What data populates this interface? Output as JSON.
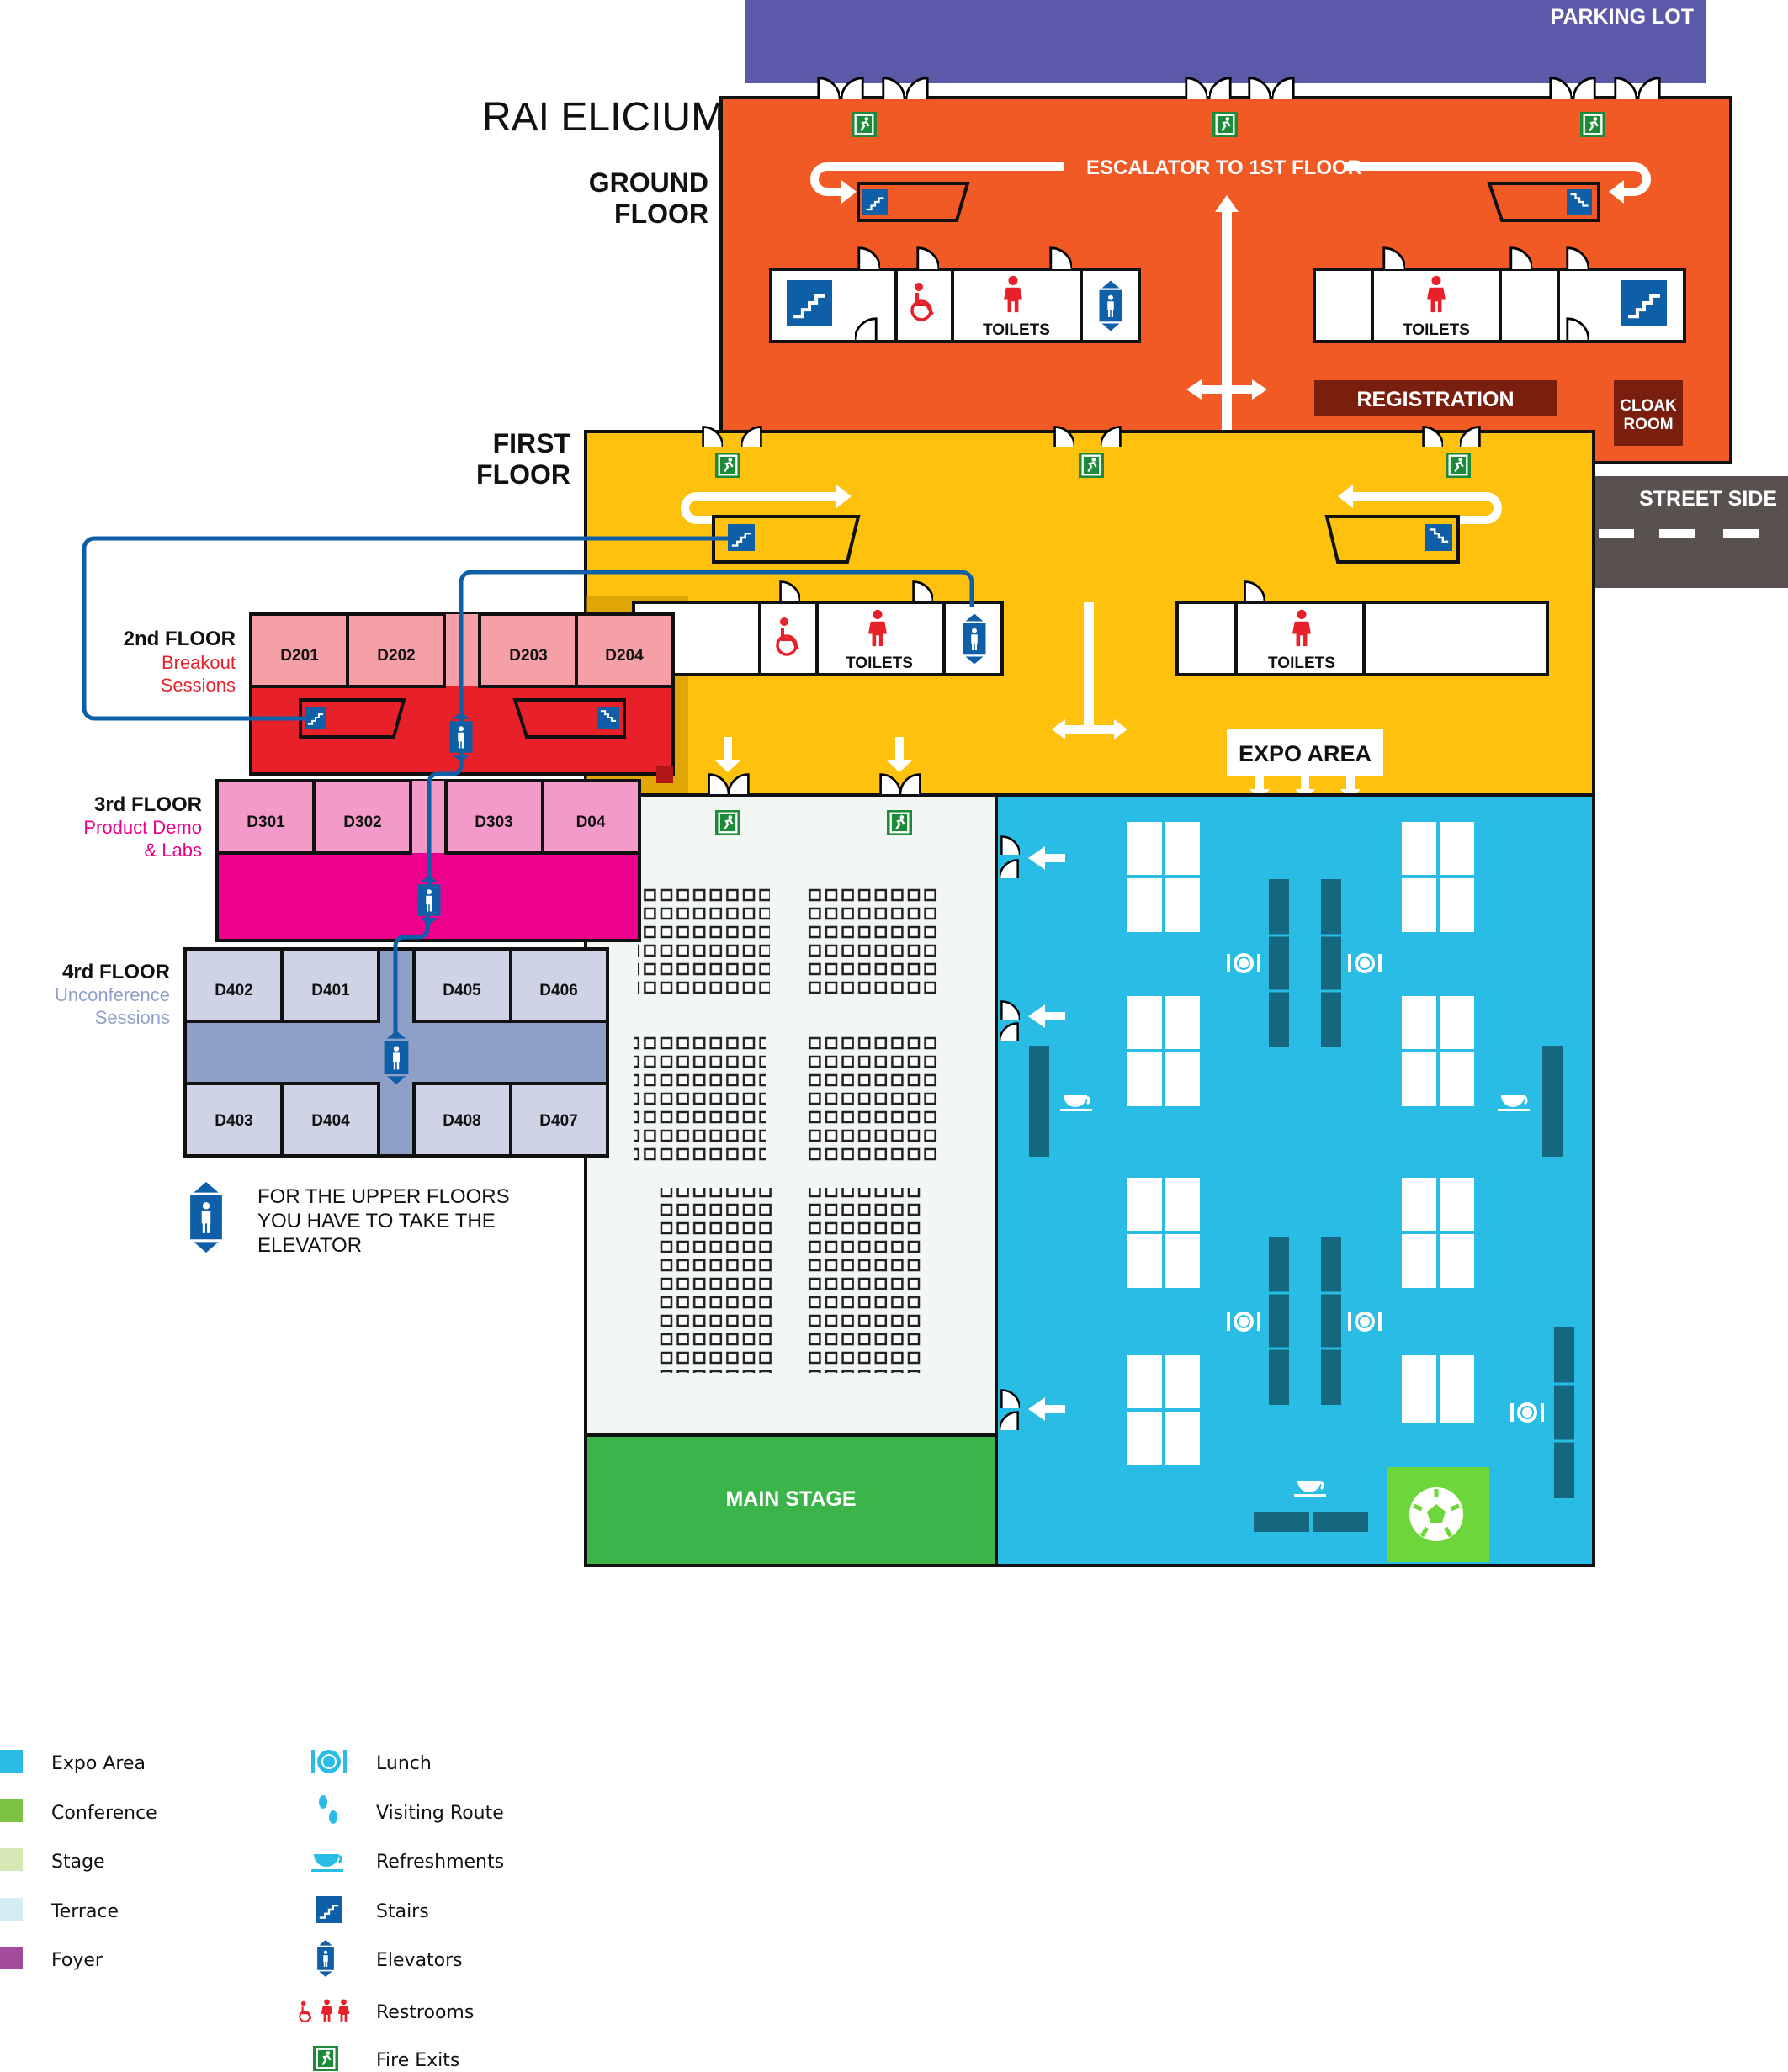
{
  "venue": {
    "name": "RAI ELICIUM",
    "ground_floor": [
      "GROUND",
      "FLOOR"
    ],
    "first_floor": [
      "FIRST",
      "FLOOR"
    ]
  },
  "outside": {
    "parking_lot": "PARKING LOT",
    "street_side": "STREET SIDE"
  },
  "ground": {
    "escalator": "ESCALATOR TO 1ST FLOOR",
    "toilets": "TOILETS",
    "registration": "REGISTRATION",
    "cloak": [
      "CLOAK",
      "ROOM"
    ]
  },
  "first": {
    "toilets": "TOILETS",
    "expo_area": "EXPO AREA",
    "main_stage": "MAIN STAGE"
  },
  "upper_floors": [
    {
      "title": "2nd FLOOR",
      "subtitle": [
        "Breakout",
        "Sessions"
      ],
      "color": "#e8202a",
      "rooms": [
        "D201",
        "D202",
        "D203",
        "D204"
      ]
    },
    {
      "title": "3rd FLOOR",
      "subtitle": [
        "Product Demo",
        "& Labs"
      ],
      "color": "#ec008c",
      "rooms": [
        "D301",
        "D302",
        "D303",
        "D04"
      ]
    },
    {
      "title": "4rd FLOOR",
      "subtitle": [
        "Unconference",
        "Sessions"
      ],
      "color": "#8fa0c8",
      "rooms_top": [
        "D402",
        "D401",
        "D405",
        "D406"
      ],
      "rooms_bottom": [
        "D403",
        "D404",
        "D408",
        "D407"
      ]
    }
  ],
  "elevator_note": [
    "FOR THE UPPER FLOORS",
    "YOU HAVE TO TAKE THE",
    "ELEVATOR"
  ],
  "colors": {
    "ground_floor": "#f15a24",
    "first_floor": "#fdc10e",
    "parking": "#5a5aa8",
    "street": "#58514f",
    "expo": "#29bde6",
    "stage_area": "#f3f7f3",
    "main_stage": "#3bb54a",
    "route": "#0e5fa8",
    "exit": "#1d8a3a",
    "toilet_red": "#e8202a",
    "registration": "#7a1e0e",
    "football": "#6cd63a"
  },
  "legend": {
    "areas": [
      {
        "label": "Expo Area",
        "color": "#29bde6"
      },
      {
        "label": "Conference",
        "color": "#7dc242"
      },
      {
        "label": "Stage",
        "color": "#d3e8b3"
      },
      {
        "label": "Terrace",
        "color": "#d4ecf3"
      },
      {
        "label": "Foyer",
        "color": "#a34b9c"
      }
    ],
    "icons": [
      {
        "label": "Lunch",
        "icon": "lunch-icon"
      },
      {
        "label": "Visiting Route",
        "icon": "footprints-icon"
      },
      {
        "label": "Refreshments",
        "icon": "cup-icon"
      },
      {
        "label": "Stairs",
        "icon": "stairs-icon"
      },
      {
        "label": "Elevators",
        "icon": "elevator-icon"
      },
      {
        "label": "Restrooms",
        "icon": "restroom-icon"
      },
      {
        "label": "Fire Exits",
        "icon": "fire-exit-icon"
      }
    ]
  }
}
